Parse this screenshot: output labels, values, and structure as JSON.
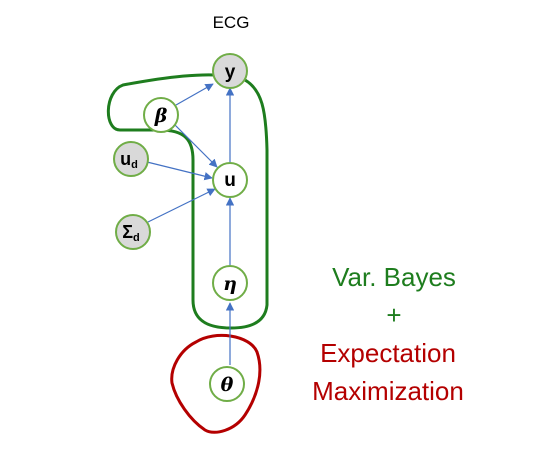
{
  "diagram": {
    "title": "ECG",
    "nodes": {
      "y": {
        "label": "y"
      },
      "beta": {
        "label": "β"
      },
      "u_d": {
        "label": "u",
        "sub": "d"
      },
      "u": {
        "label": "u"
      },
      "sigma_d": {
        "label": "Σ",
        "sub": "d"
      },
      "eta": {
        "label": "η"
      },
      "theta": {
        "label": "θ"
      }
    },
    "legend": {
      "line1": "Var. Bayes",
      "line2": "+",
      "line3": "Expectation",
      "line4": "Maximization"
    },
    "colors": {
      "node_border": "#70ad47",
      "edge": "#4472c4",
      "var_bayes_region": "#1e7d1e",
      "em_region": "#b40000"
    }
  }
}
